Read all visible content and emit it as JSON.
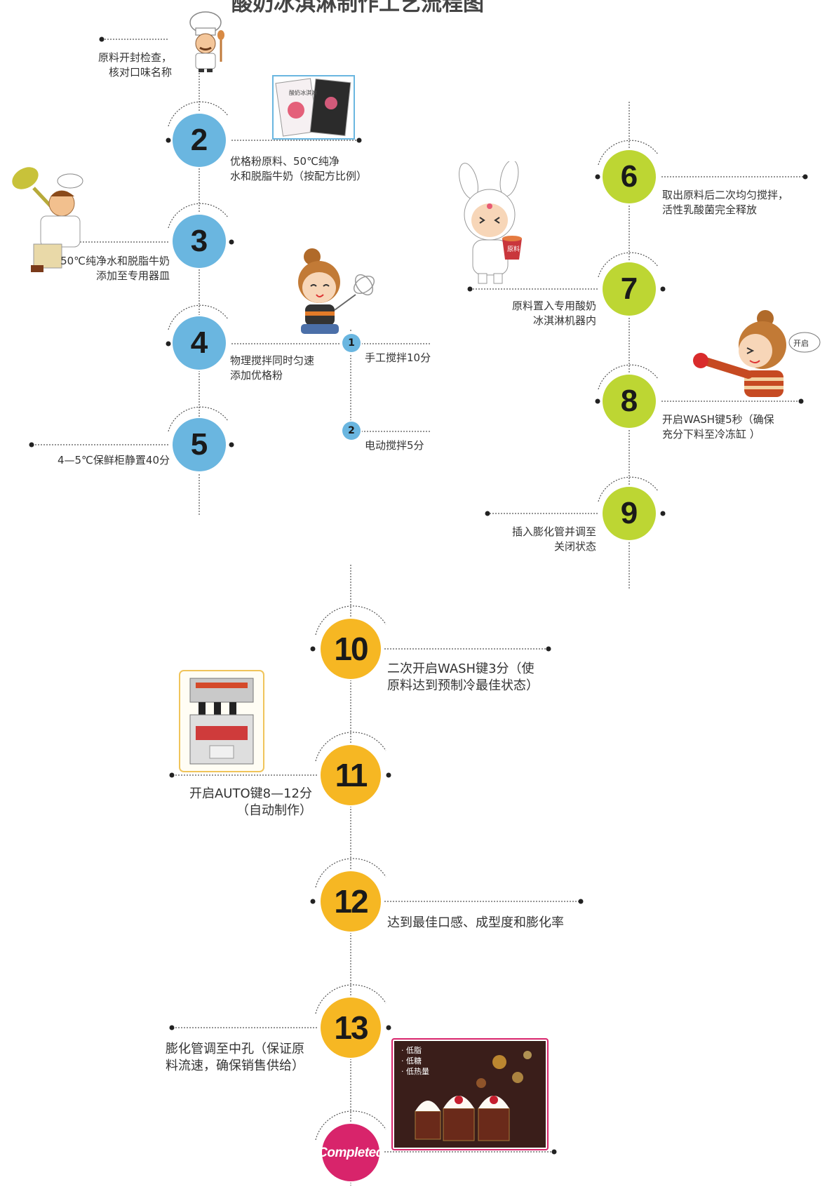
{
  "title": "酸奶冰淇淋制作工艺流程图",
  "steps": {
    "s2": "2",
    "s3": "3",
    "s4": "4",
    "s5": "5",
    "s6": "6",
    "s7": "7",
    "s8": "8",
    "s9": "9",
    "s10": "10",
    "s11": "11",
    "s12": "12",
    "s13": "13",
    "completed": "Completed"
  },
  "labels": {
    "l1": "原料开封检查，\n核对口味名称",
    "l2": "优格粉原料、50℃纯净\n水和脱脂牛奶（按配方比例）",
    "l3": "50℃纯净水和脱脂牛奶\n添加至专用器皿",
    "l4": "物理搅拌同时匀速\n添加优格粉",
    "l4a": "手工搅拌10分",
    "l4b": "电动搅拌5分",
    "l5": "4—5℃保鲜柜静置40分",
    "l6": "取出原料后二次均匀搅拌，\n活性乳酸菌完全释放",
    "l7": "原料置入专用酸奶\n冰淇淋机器内",
    "l8": "开启WASH键5秒（确保\n充分下料至冷冻缸 ）",
    "l9": "插入膨化管并调至\n关闭状态",
    "l10": "二次开启WASH键3分（使\n原料达到预制冷最佳状态）",
    "l11": "开启AUTO键8—12分\n（自动制作）",
    "l12": "达到最佳口感、成型度和膨化率",
    "l13": "膨化管调至中孔（保证原\n料流速，确保销售供给）"
  },
  "substeps": {
    "a": "1",
    "b": "2"
  },
  "images": {
    "speech": "开启",
    "sticker_cup": "原料",
    "menu_title": "酸奶冰淇淋",
    "photo_tags": [
      "· 低脂",
      "· 低糖",
      "· 低热量"
    ]
  },
  "colors": {
    "blue": "#6ab6e0",
    "green": "#bdd633",
    "yellow": "#f6b723",
    "completed": "#d8246b",
    "line": "#555555"
  }
}
